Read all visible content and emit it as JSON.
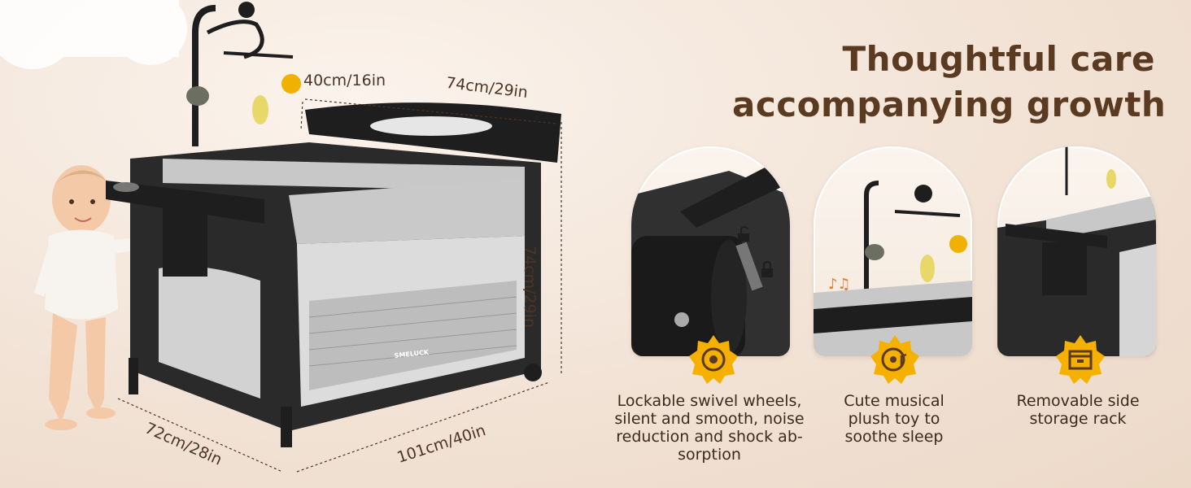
{
  "heading": {
    "line1": "Thoughtful care",
    "line2": "accompanying growth"
  },
  "dimensions": {
    "canopy": "40cm/16in",
    "top_width": "74cm/29in",
    "height": "74cm/29in",
    "depth": "72cm/28in",
    "length": "101cm/40in"
  },
  "brand_label": "SMELUCK",
  "features": [
    {
      "icon": "wheel-lock-icon",
      "text": "Lockable swivel wheels, silent and smooth, noise reduction and shock ab-sorption",
      "lines": [
        "Lockable swivel wheels,",
        "silent and smooth, noise",
        "reduction and shock ab-",
        "sorption"
      ]
    },
    {
      "icon": "music-disc-icon",
      "text": "Cute musical plush toy to soothe sleep",
      "lines": [
        "Cute musical",
        "plush toy to",
        "soothe sleep"
      ]
    },
    {
      "icon": "storage-box-icon",
      "text": "Removable side storage rack",
      "lines": [
        "Removable side",
        "storage rack"
      ]
    }
  ],
  "colors": {
    "title": "#5b3a22",
    "badge": "#f5b000",
    "frame": "#1e1e1e",
    "fabric": "#bfbfbf"
  }
}
